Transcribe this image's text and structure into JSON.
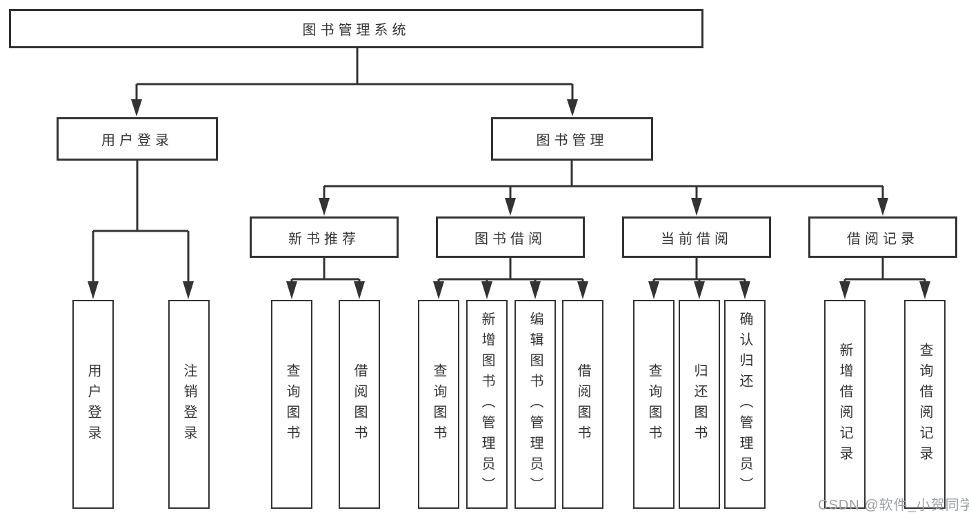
{
  "diagram_title": "图书管理系统",
  "tree": {
    "root": {
      "label": "图书管理系统",
      "children": [
        {
          "label": "用户登录",
          "children": [
            {
              "label": "用户登录"
            },
            {
              "label": "注销登录"
            }
          ]
        },
        {
          "label": "图书管理",
          "children": [
            {
              "label": "新书推荐",
              "children": [
                {
                  "label": "查询图书"
                },
                {
                  "label": "借阅图书"
                }
              ]
            },
            {
              "label": "图书借阅",
              "children": [
                {
                  "label": "查询图书"
                },
                {
                  "label": "新增图书（管理员）"
                },
                {
                  "label": "编辑图书（管理员）"
                },
                {
                  "label": "借阅图书"
                }
              ]
            },
            {
              "label": "当前借阅",
              "children": [
                {
                  "label": "查询图书"
                },
                {
                  "label": "归还图书"
                },
                {
                  "label": "确认归还（管理员）"
                }
              ]
            },
            {
              "label": "借阅记录",
              "children": [
                {
                  "label": "新增借阅记录"
                },
                {
                  "label": "查询借阅记录"
                }
              ]
            }
          ]
        }
      ]
    }
  },
  "watermark": {
    "text": "CSDN @软件_小贺同学"
  },
  "colors": {
    "line": "#333333",
    "box_border": "#333333",
    "text": "#333333",
    "watermark": "#9ca0a4",
    "background": "#ffffff"
  }
}
